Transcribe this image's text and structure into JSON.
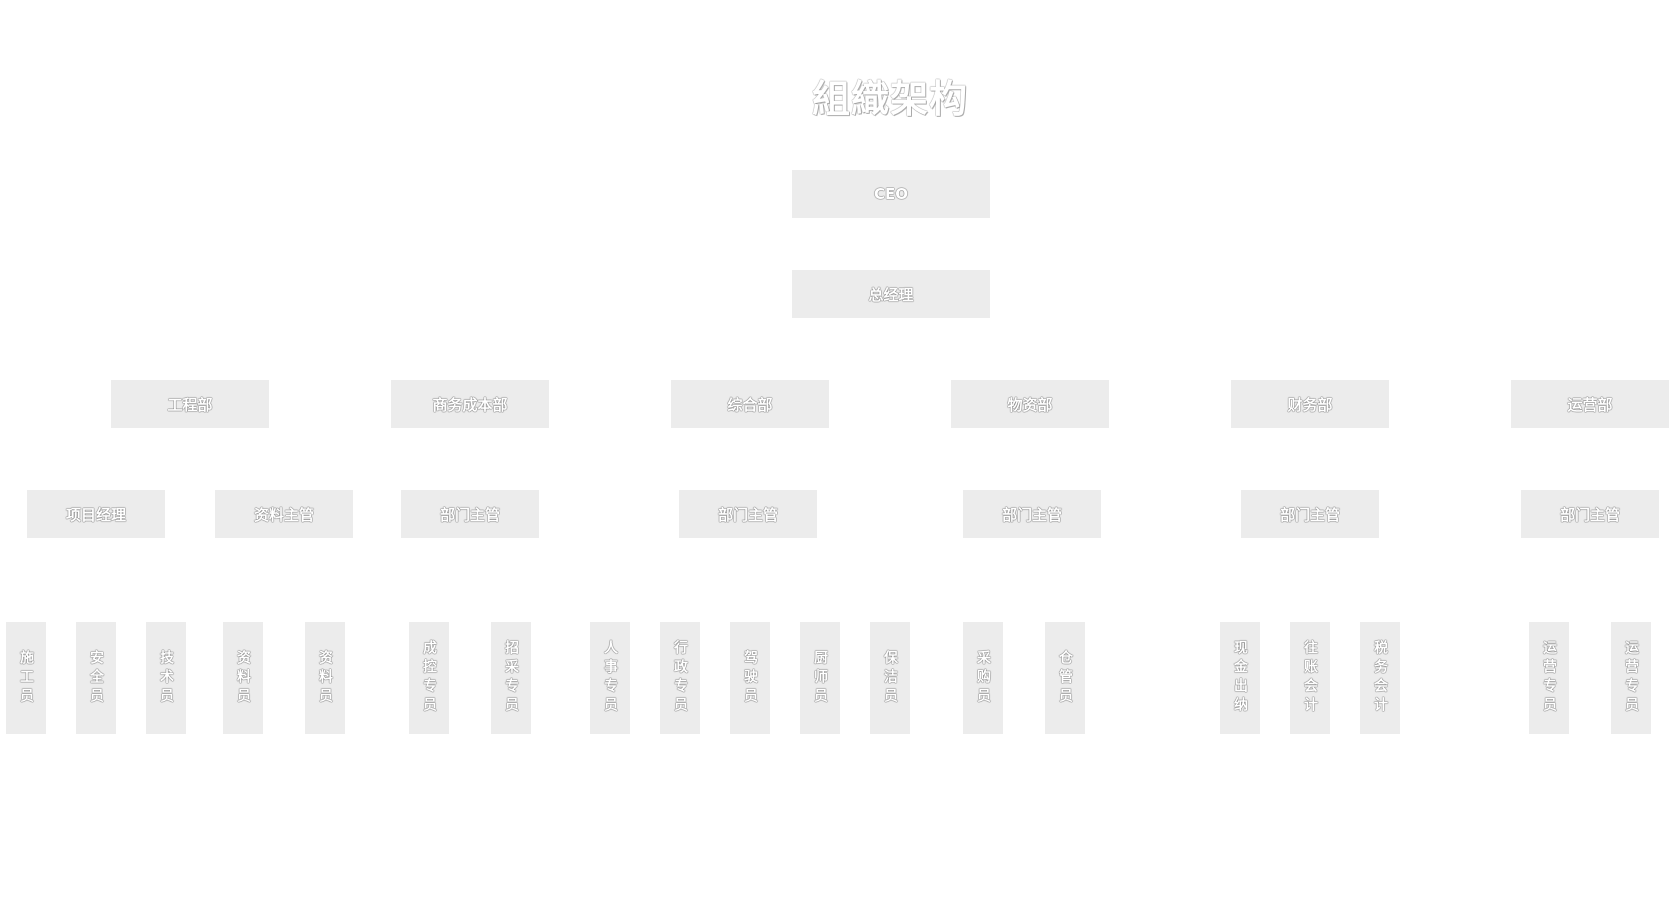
{
  "title": "組織架构",
  "levels": {
    "ceo": "CEO",
    "gm": "总经理",
    "departments": [
      "工程部",
      "商务成本部",
      "综合部",
      "物资部",
      "财务部",
      "运营部"
    ],
    "managers": [
      "项目经理",
      "资料主管",
      "部门主管",
      "部门主管",
      "部门主管",
      "部门主管",
      "部门主管"
    ],
    "staff": [
      "施工员",
      "安全员",
      "技术员",
      "资料员",
      "资料员",
      "成控专员",
      "招采专员",
      "人事专员",
      "行政专员",
      "驾驶员",
      "厨师员",
      "保洁员",
      "采购员",
      "仓管员",
      "现金出纳",
      "往账会计",
      "税务会计",
      "运营专员",
      "运营专员"
    ]
  }
}
